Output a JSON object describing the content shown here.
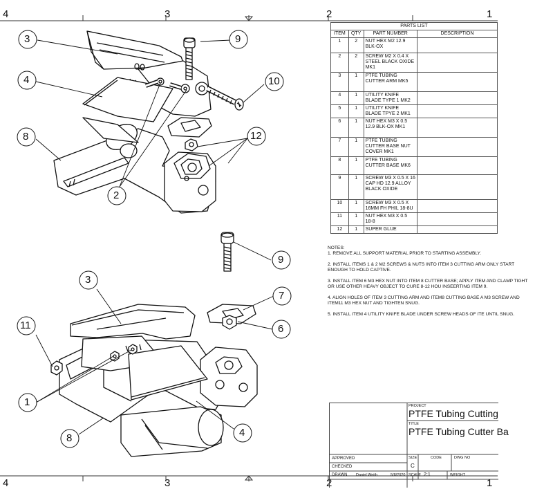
{
  "zones": {
    "top": [
      "4",
      "3",
      "2",
      "1"
    ],
    "bottom": [
      "4",
      "3",
      "2",
      "1"
    ]
  },
  "callouts_top": [
    "3",
    "9",
    "4",
    "10",
    "8",
    "12",
    "2"
  ],
  "callouts_bottom": [
    "9",
    "3",
    "7",
    "11",
    "6",
    "1",
    "8",
    "4"
  ],
  "parts_list": {
    "title": "PARTS LIST",
    "headers": [
      "ITEM",
      "QTY",
      "PART NUMBER",
      "DESCRIPTION"
    ],
    "rows": [
      [
        "1",
        "2",
        "NUT HEX M2 12.9 BLK-OX",
        ""
      ],
      [
        "2",
        "2",
        "SCREW M2 X 0.4 X STEEL BLACK OXIDE MK1",
        ""
      ],
      [
        "3",
        "1",
        "PTFE TUBING CUTTER ARM MK5",
        ""
      ],
      [
        "4",
        "1",
        "UTILITY KNIFE BLADE TYPE 1 MK2",
        ""
      ],
      [
        "5",
        "1",
        "UTILITY KNIFE BLADE TPYE 2 MK1",
        ""
      ],
      [
        "6",
        "1",
        "NUT HEX M3 X 0.5 12.9 BLK-OX MK1",
        ""
      ],
      [
        "7",
        "1",
        "PTFE TUBING CUTTER BASE NUT COVER MK1",
        ""
      ],
      [
        "8",
        "1",
        "PTFE TUBING CUTTER BASE MK6",
        ""
      ],
      [
        "9",
        "1",
        "SCREW M3 X 0.5 X 16 CAP HD 12.9 ALLOY BLACK OXIDE",
        ""
      ],
      [
        "10",
        "1",
        "SCREW M3 X 0.5 X 16MM FH PHIL 18-8U",
        ""
      ],
      [
        "11",
        "1",
        "NUT HEX M3 X 0.5 18-8",
        ""
      ],
      [
        "12",
        "1",
        "SUPER GLUE",
        ""
      ]
    ]
  },
  "notes": {
    "heading": "NOTES:",
    "items": [
      "1. REMOVE ALL SUPPORT MATERIAL PRIOR TO STARTING ASSEMBLY.",
      "2. INSTALL ITEMS 1 & 2 M2 SCREWS & NUTS INTO ITEM 3 CUTTING ARM ONLY START ENOUGH TO HOLD CAPTIVE.",
      "3. INSTALL ITEM 6 M3 HEX NUT INTO ITEM 8 CUTTER BASE; APPLY ITEM AND CLAMP TIGHT OR USE OTHER HEAVY OBJECT TO CURE 8-12 HOU INSEERTING ITEM 9.",
      "4. ALIGN HOLES OF ITEM 3 CUTTING ARM AND ITEM8 CUTTING BASE A M3 SCREW AND ITEM11 M3 HEX NUT AND TIGHTEN SNUG.",
      "5. INSTALL ITEM 4 UTILITY KNIFE BLADE UNDER SCREW HEADS OF ITE UNTIL SNUG."
    ]
  },
  "title_block": {
    "project_label": "PROJECT",
    "project": "PTFE Tubing Cutting",
    "title_label": "TITLE",
    "title": "PTFE Tubing Cutter Ba",
    "approved": "APPROVED",
    "checked": "CHECKED",
    "drawn": "DRAWN",
    "drawn_by": "Daniel Weith",
    "date": "5/8/2020",
    "size_label": "SIZE",
    "size": "C",
    "code_label": "CODE",
    "dwg_label": "DWG NO",
    "scale_label": "SCALE",
    "scale": "2:1",
    "weight_label": "WEIGHT"
  }
}
